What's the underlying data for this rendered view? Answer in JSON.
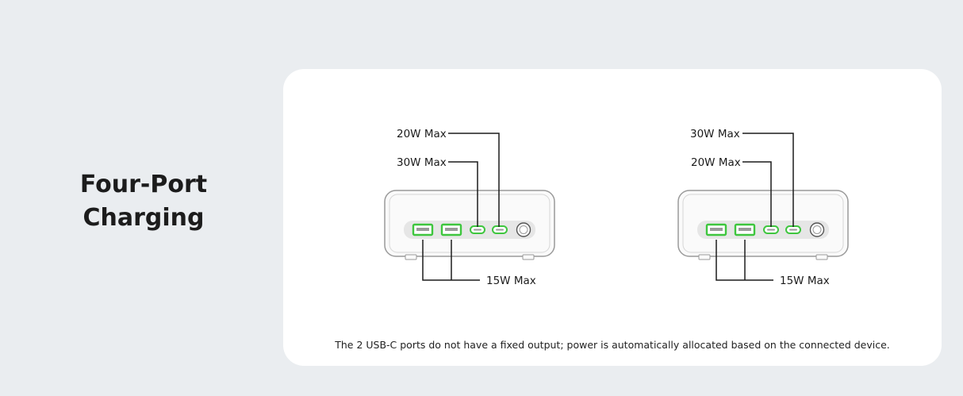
{
  "heading": {
    "line1": "Four-Port",
    "line2": "Charging"
  },
  "left_diagram": {
    "top_label": "20W Max",
    "mid_label": "30W Max",
    "bottom_label": "15W Max"
  },
  "right_diagram": {
    "top_label": "30W Max",
    "mid_label": "20W Max",
    "bottom_label": "15W Max"
  },
  "note": "The 2 USB-C ports do not have a fixed output; power is automatically allocated based on the connected device.",
  "colors": {
    "port_highlight": "#3ec63e",
    "line": "#1c1c1c",
    "device_outline": "#9a9a9a"
  }
}
